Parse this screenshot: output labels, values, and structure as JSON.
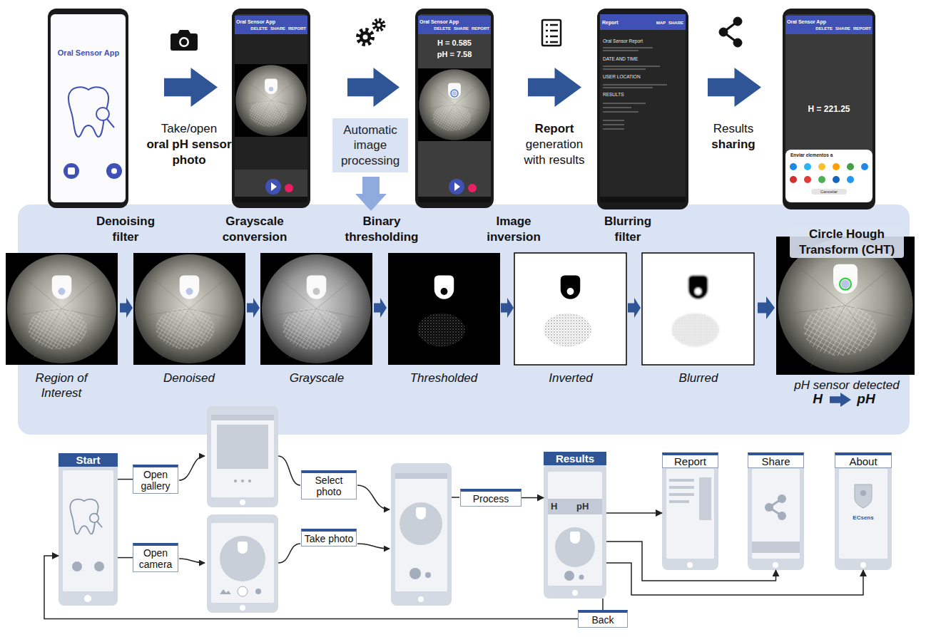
{
  "diagram": {
    "nodes": [
      {
        "text": [
          "Automatic image processing"
        ]
      },
      {
        "text": [
          "Start"
        ]
      },
      {
        "text": [
          "Open gallery"
        ]
      },
      {
        "text": [
          "Open camera"
        ]
      },
      {
        "text": [
          "Select photo"
        ]
      },
      {
        "text": [
          "Take photo"
        ]
      },
      {
        "text": [
          "Process"
        ]
      },
      {
        "text": [
          "Results",
          "H",
          "pH"
        ]
      },
      {
        "text": [
          "Report"
        ]
      },
      {
        "text": [
          "Share"
        ]
      },
      {
        "text": [
          "About"
        ]
      },
      {
        "text": [
          "Back"
        ]
      }
    ],
    "edges": [
      {
        "from": 1,
        "to": 2,
        "arrow": "none"
      },
      {
        "from": 1,
        "to": 3,
        "arrow": "none"
      },
      {
        "from": 6,
        "to": 7,
        "arrow": "to"
      },
      {
        "from": 7,
        "to": 8,
        "arrow": "to"
      },
      {
        "from": 7,
        "to": 9,
        "arrow": "to"
      },
      {
        "from": 7,
        "to": 10,
        "arrow": "to"
      },
      {
        "from": 7,
        "to": 11,
        "arrow": "none"
      },
      {
        "from": 11,
        "to": 1,
        "arrow": "to"
      }
    ],
    "labels": [
      "Oral Sensor App",
      "Take/open",
      "oral pH sensor photo",
      "Oral Sensor App",
      "DELETE",
      "SHARE",
      "REPORT",
      "Oral Sensor App",
      "DELETE",
      "SHARE",
      "REPORT",
      "H = 0.585",
      "pH = 7.58",
      "Report",
      "generation with results",
      "Report",
      "MAP",
      "SHARE",
      "Oral Sensor Report",
      "DATE AND TIME",
      "USER LOCATION",
      "RESULTS",
      "Results",
      "sharing",
      "Oral Sensor App",
      "DELETE",
      "SHARE",
      "REPORT",
      "H = 221.25",
      "Enviar elementos a",
      "Cancelar",
      "Denoising filter",
      "Grayscale conversion",
      "Binary thresholding",
      "Image inversion",
      "Blurring filter",
      "Circle Hough Transform (CHT)",
      "Region of Interest",
      "Denoised",
      "Grayscale",
      "Thresholded",
      "Inverted",
      "Blurred",
      "pH sensor detected",
      "H",
      "pH",
      "ECsens"
    ]
  }
}
